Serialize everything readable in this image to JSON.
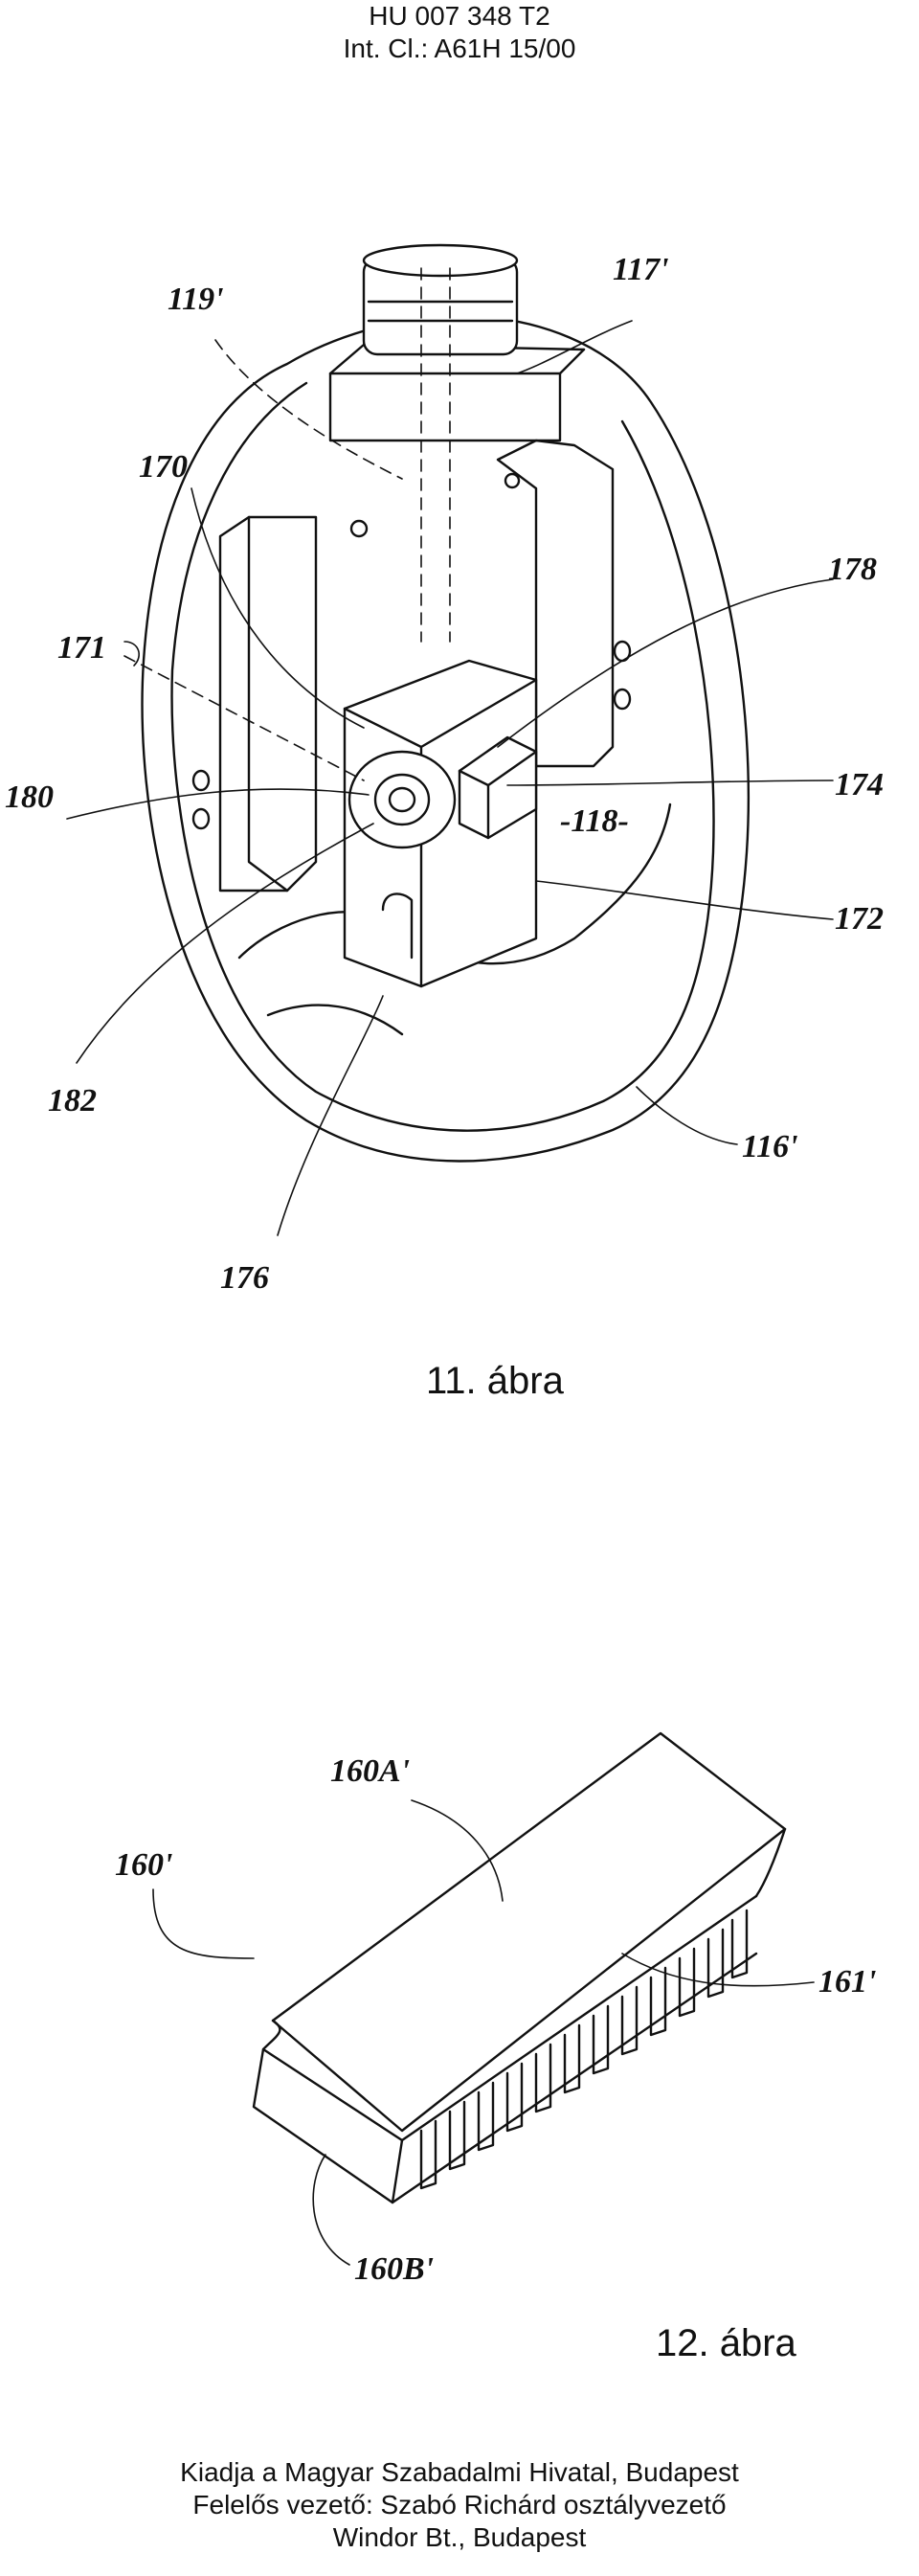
{
  "header": {
    "doc_number": "HU 007 348 T2",
    "classification": "Int. Cl.: A61H 15/00"
  },
  "figure11": {
    "caption": "11. ábra",
    "refs": {
      "r117": "117'",
      "r119": "119'",
      "r170": "170",
      "r178": "178",
      "r171": "171",
      "r180": "180",
      "r174": "174",
      "r118": "-118-",
      "r172": "172",
      "r182": "182",
      "r116": "116'",
      "r176": "176"
    }
  },
  "figure12": {
    "caption": "12. ábra",
    "refs": {
      "r160A": "160A'",
      "r160": "160'",
      "r161": "161'",
      "r160B": "160B'"
    }
  },
  "footer": {
    "line1": "Kiadja a Magyar Szabadalmi Hivatal, Budapest",
    "line2": "Felelős vezető: Szabó Richárd osztályvezető",
    "line3": "Windor Bt., Budapest"
  }
}
